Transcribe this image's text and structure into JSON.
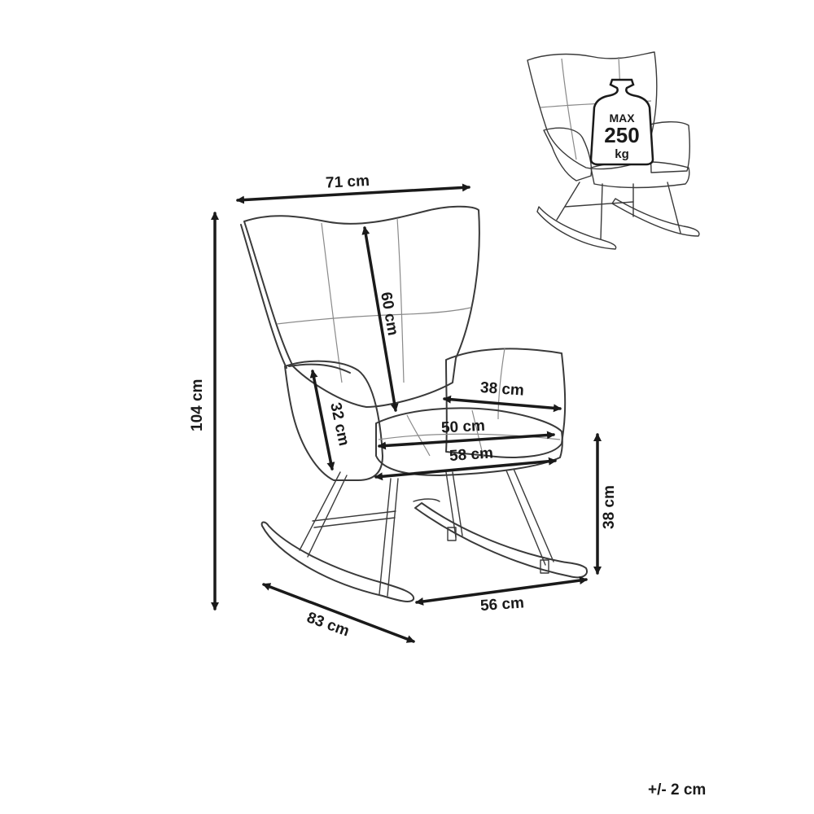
{
  "dimensions": {
    "width": "71 cm",
    "height": "104 cm",
    "backrest": "60 cm",
    "armrest_depth": "38 cm",
    "armrest_height": "32 cm",
    "seat_depth": "50 cm",
    "seat_width": "58 cm",
    "seat_height": "38 cm",
    "depth": "83 cm",
    "base_width": "56 cm"
  },
  "max_load": {
    "prefix": "MAX",
    "value": "250",
    "unit": "kg"
  },
  "tolerance": "+/- 2 cm"
}
